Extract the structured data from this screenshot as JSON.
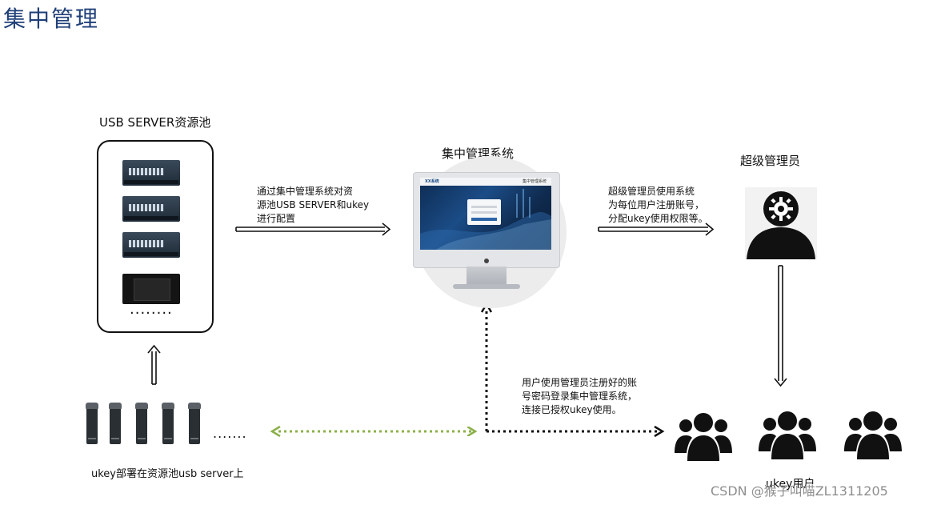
{
  "title": "集中管理",
  "pool": {
    "label": "USB SERVER资源池",
    "more": "........"
  },
  "system": {
    "label": "集中管理系统",
    "screen_brand": "XX系统",
    "screen_right": "集中管理系统"
  },
  "admin": {
    "label": "超级管理员"
  },
  "notes": {
    "configure": [
      "通过集中管理系统对资",
      "源池USB SERVER和ukey",
      "进行配置"
    ],
    "admin_use": [
      "超级管理员使用系统",
      "为每位用户注册账号，",
      "分配ukey使用权限等。"
    ],
    "user_login": [
      "用户使用管理员注册好的账",
      "号密码登录集中管理系统，",
      "连接已授权ukey使用。"
    ]
  },
  "ukey": {
    "label": "ukey部署在资源池usb server上",
    "more": "......."
  },
  "users": {
    "label": "ukey用户"
  },
  "watermark": "CSDN @猴子叫喵ZL1311205",
  "colors": {
    "title": "#1f3f78",
    "dotted_green": "#8cb04a",
    "arrow": "#111111"
  }
}
